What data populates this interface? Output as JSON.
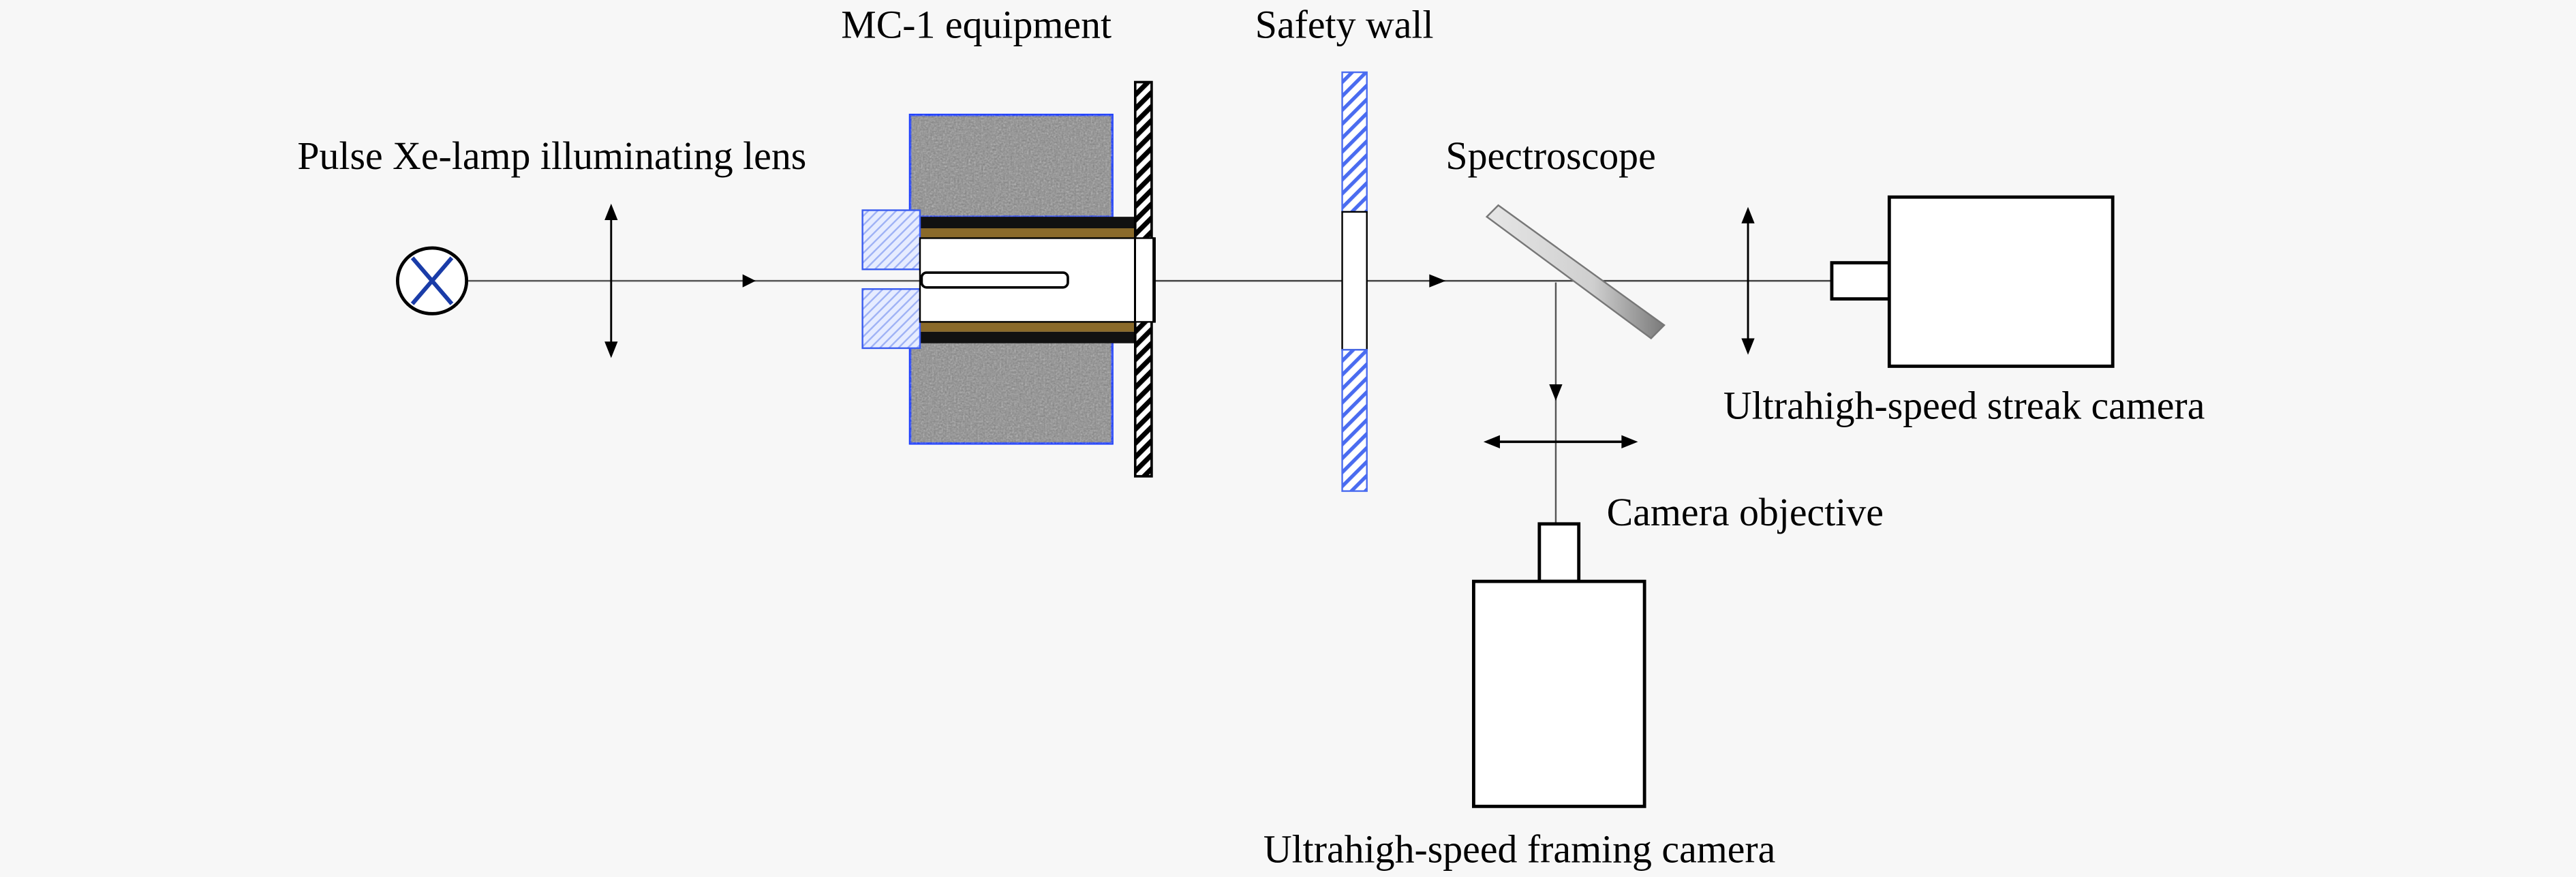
{
  "diagram": {
    "labels": {
      "lamp_lens": "Pulse Xe-lamp illuminating lens",
      "mc1": "MC-1 equipment",
      "safety_wall": "Safety wall",
      "spectroscope": "Spectroscope",
      "streak_camera": "Ultrahigh-speed streak camera",
      "camera_objective": "Camera objective",
      "framing_camera": "Ultrahigh-speed framing camera"
    },
    "colors": {
      "background": "#f7f7f7",
      "line": "#000000",
      "blue_outline": "#1a3cff",
      "lamp_x": "#1a3ca8",
      "hatch_blue": "#4a6cf0",
      "hatch_fill": "#dfe6ff",
      "concrete": "#8a8a8a",
      "brass": "#8a6a2a"
    }
  }
}
